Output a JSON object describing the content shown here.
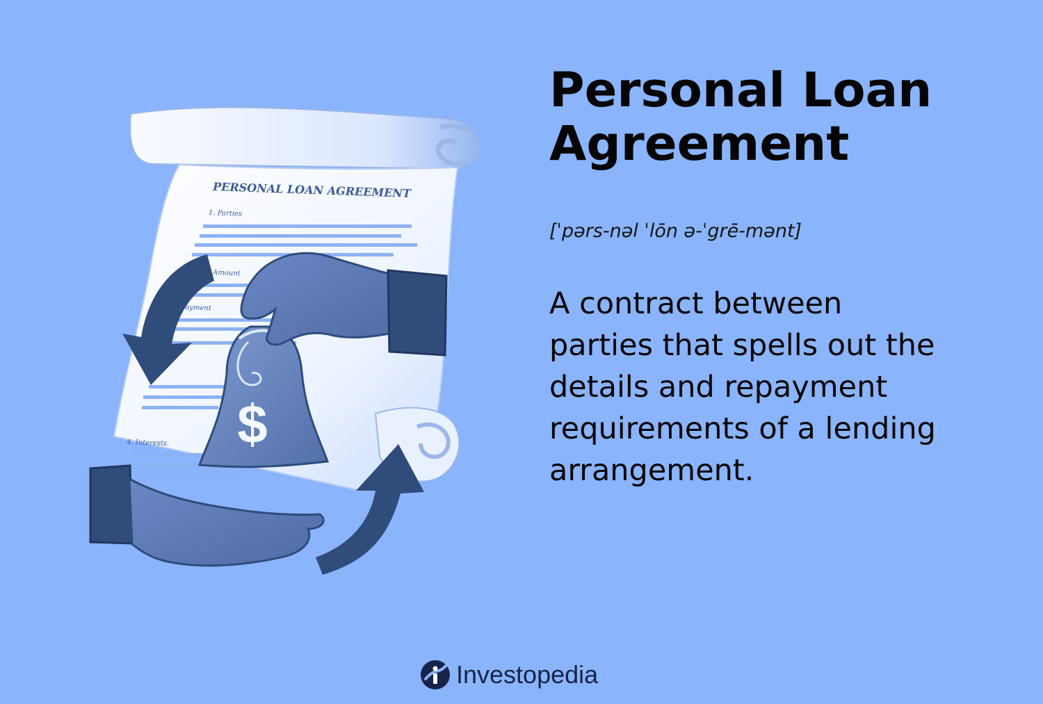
{
  "main": {
    "title_line_1": "Personal Loan",
    "title_line_2": "Agreement",
    "pronunciation": "[ˈpərs-nəl ˈlōn ə-ˈgrē-mənt]",
    "definition_line_1": "A contract between",
    "definition_line_2": "parties that spells out the",
    "definition_line_3": "details and repayment",
    "definition_line_4": "requirements of a lending",
    "definition_line_5": "arrangement."
  },
  "illustration": {
    "document_heading": "PERSONAL LOAN AGREEMENT",
    "section_1": "1. Parties",
    "section_2": "Amount",
    "section_3": "Payment",
    "section_4": "4. Interests.",
    "bag_symbol": "$"
  },
  "brand": {
    "name": "Investopedia",
    "logo_icon": "investopedia-logo-icon"
  },
  "colors": {
    "background": "#8ab4fb",
    "text": "#050505",
    "paper": "#f5f8ff",
    "ink": "#3a5b98",
    "arrow": "#2f4c7b",
    "hand": "#5f7eb9",
    "brand": "#17244a"
  }
}
